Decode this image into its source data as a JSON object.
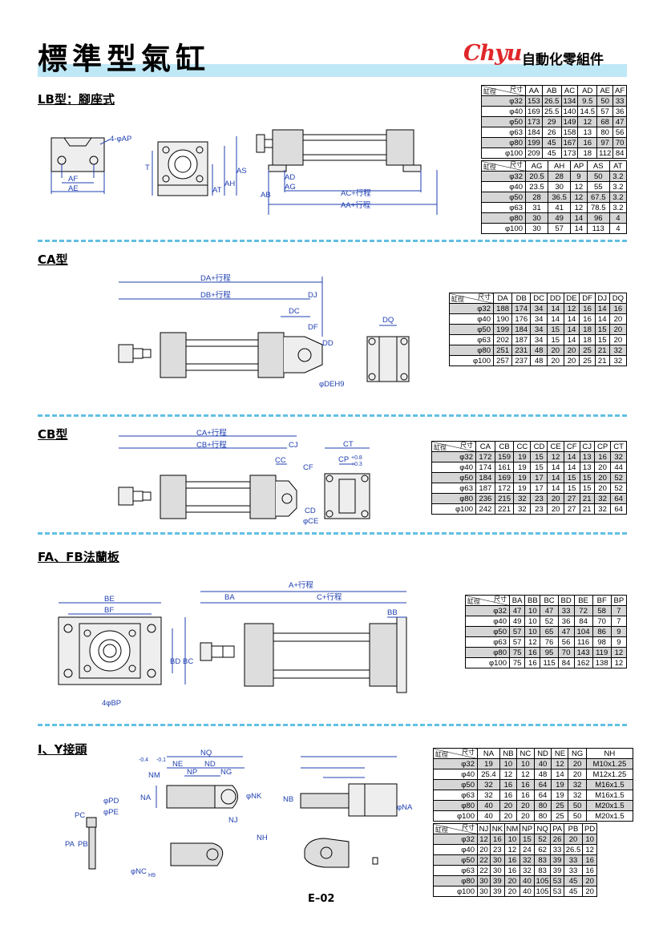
{
  "header": {
    "title": "標準型氣缸",
    "brand_logo": "Chyu",
    "brand_text": "自動化零組件"
  },
  "sections": {
    "lb": "LB型：腳座式",
    "ca": "CA型",
    "cb": "CB型",
    "fafb": "FA、FB法蘭板",
    "iy": "I、Y接頭"
  },
  "corner": {
    "upper": "尺寸",
    "lower": "缸徑"
  },
  "bores": [
    "φ32",
    "φ40",
    "φ50",
    "φ63",
    "φ80",
    "φ100"
  ],
  "tables": {
    "lb1": {
      "cols": [
        "AA",
        "AB",
        "AC",
        "AD",
        "AE",
        "AF"
      ],
      "rows": [
        [
          "153",
          "26.5",
          "134",
          "9.5",
          "50",
          "33"
        ],
        [
          "169",
          "25.5",
          "140",
          "14.5",
          "57",
          "36"
        ],
        [
          "173",
          "29",
          "149",
          "12",
          "68",
          "47"
        ],
        [
          "184",
          "26",
          "158",
          "13",
          "80",
          "56"
        ],
        [
          "199",
          "45",
          "167",
          "16",
          "97",
          "70"
        ],
        [
          "209",
          "45",
          "173",
          "18",
          "112",
          "84"
        ]
      ]
    },
    "lb2": {
      "cols": [
        "AG",
        "AH",
        "AP",
        "AS",
        "AT"
      ],
      "rows": [
        [
          "20.5",
          "28",
          "9",
          "50",
          "3.2"
        ],
        [
          "23.5",
          "30",
          "12",
          "55",
          "3.2"
        ],
        [
          "28",
          "36.5",
          "12",
          "67.5",
          "3.2"
        ],
        [
          "31",
          "41",
          "12",
          "78.5",
          "3.2"
        ],
        [
          "30",
          "49",
          "14",
          "96",
          "4"
        ],
        [
          "30",
          "57",
          "14",
          "113",
          "4"
        ]
      ]
    },
    "ca": {
      "cols": [
        "DA",
        "DB",
        "DC",
        "DD",
        "DE",
        "DF",
        "DJ",
        "DQ"
      ],
      "rows": [
        [
          "188",
          "174",
          "34",
          "14",
          "12",
          "16",
          "14",
          "16"
        ],
        [
          "190",
          "176",
          "34",
          "14",
          "14",
          "16",
          "14",
          "20"
        ],
        [
          "199",
          "184",
          "34",
          "15",
          "14",
          "18",
          "15",
          "20"
        ],
        [
          "202",
          "187",
          "34",
          "15",
          "14",
          "18",
          "15",
          "20"
        ],
        [
          "251",
          "231",
          "48",
          "20",
          "20",
          "25",
          "21",
          "32"
        ],
        [
          "257",
          "237",
          "48",
          "20",
          "20",
          "25",
          "21",
          "32"
        ]
      ]
    },
    "cb": {
      "cols": [
        "CA",
        "CB",
        "CC",
        "CD",
        "CE",
        "CF",
        "CJ",
        "CP",
        "CT"
      ],
      "rows": [
        [
          "172",
          "159",
          "19",
          "15",
          "12",
          "14",
          "13",
          "16",
          "32"
        ],
        [
          "174",
          "161",
          "19",
          "15",
          "14",
          "14",
          "13",
          "20",
          "44"
        ],
        [
          "184",
          "169",
          "19",
          "17",
          "14",
          "15",
          "15",
          "20",
          "52"
        ],
        [
          "187",
          "172",
          "19",
          "17",
          "14",
          "15",
          "15",
          "20",
          "52"
        ],
        [
          "236",
          "215",
          "32",
          "23",
          "20",
          "27",
          "21",
          "32",
          "64"
        ],
        [
          "242",
          "221",
          "32",
          "23",
          "20",
          "27",
          "21",
          "32",
          "64"
        ]
      ]
    },
    "fa": {
      "cols": [
        "BA",
        "BB",
        "BC",
        "BD",
        "BE",
        "BF",
        "BP"
      ],
      "rows": [
        [
          "47",
          "10",
          "47",
          "33",
          "72",
          "58",
          "7"
        ],
        [
          "49",
          "10",
          "52",
          "36",
          "84",
          "70",
          "7"
        ],
        [
          "57",
          "10",
          "65",
          "47",
          "104",
          "86",
          "9"
        ],
        [
          "57",
          "12",
          "76",
          "56",
          "116",
          "98",
          "9"
        ],
        [
          "75",
          "16",
          "95",
          "70",
          "143",
          "119",
          "12"
        ],
        [
          "75",
          "16",
          "115",
          "84",
          "162",
          "138",
          "12"
        ]
      ]
    },
    "iy1": {
      "cols": [
        "NA",
        "NB",
        "NC",
        "ND",
        "NE",
        "NG",
        "NH"
      ],
      "rows": [
        [
          "19",
          "10",
          "10",
          "40",
          "12",
          "20",
          "M10x1.25"
        ],
        [
          "25.4",
          "12",
          "12",
          "48",
          "14",
          "20",
          "M12x1.25"
        ],
        [
          "32",
          "16",
          "16",
          "64",
          "19",
          "32",
          "M16x1.5"
        ],
        [
          "32",
          "16",
          "16",
          "64",
          "19",
          "32",
          "M16x1.5"
        ],
        [
          "40",
          "20",
          "20",
          "80",
          "25",
          "50",
          "M20x1.5"
        ],
        [
          "40",
          "20",
          "20",
          "80",
          "25",
          "50",
          "M20x1.5"
        ]
      ]
    },
    "iy2": {
      "cols": [
        "NJ",
        "NK",
        "NM",
        "NP",
        "NQ",
        "PA",
        "PB",
        "PD"
      ],
      "rows": [
        [
          "12",
          "16",
          "10",
          "15",
          "52",
          "26",
          "20",
          "10"
        ],
        [
          "20",
          "23",
          "12",
          "24",
          "62",
          "33",
          "26.5",
          "12"
        ],
        [
          "22",
          "30",
          "16",
          "32",
          "83",
          "39",
          "33",
          "16"
        ],
        [
          "22",
          "30",
          "16",
          "32",
          "83",
          "39",
          "33",
          "16"
        ],
        [
          "30",
          "39",
          "20",
          "40",
          "105",
          "53",
          "45",
          "20"
        ],
        [
          "30",
          "39",
          "20",
          "40",
          "105",
          "53",
          "45",
          "20"
        ]
      ]
    }
  },
  "labels": {
    "lb": [
      "4-φAP",
      "AF",
      "AE",
      "T",
      "AT",
      "AH",
      "AS",
      "AD",
      "AG",
      "AB",
      "AC+行程",
      "AA+行程"
    ],
    "ca": [
      "DA+行程",
      "DB+行程",
      "DC",
      "DJ",
      "DF",
      "DD",
      "φDEH9",
      "DQ"
    ],
    "cb": [
      "CA+行程",
      "CB+行程",
      "CC",
      "CJ",
      "CF",
      "CD",
      "φCE",
      "CT",
      "CP",
      "+0.8",
      "+0.3"
    ],
    "fa": [
      "BE",
      "BF",
      "BD",
      "BC",
      "4φBP",
      "A+行程",
      "BA",
      "C+行程",
      "BB"
    ],
    "iy": [
      "NQ",
      "NE",
      "ND",
      "NP",
      "NG",
      "NM",
      "-0.4",
      "-0.1",
      "NA",
      "φNK",
      "NJ",
      "φPD",
      "φPE",
      "PC",
      "PA",
      "PB",
      "NH",
      "φNC",
      "H9",
      "NB",
      "φNA"
    ]
  },
  "page_number": "E–02"
}
